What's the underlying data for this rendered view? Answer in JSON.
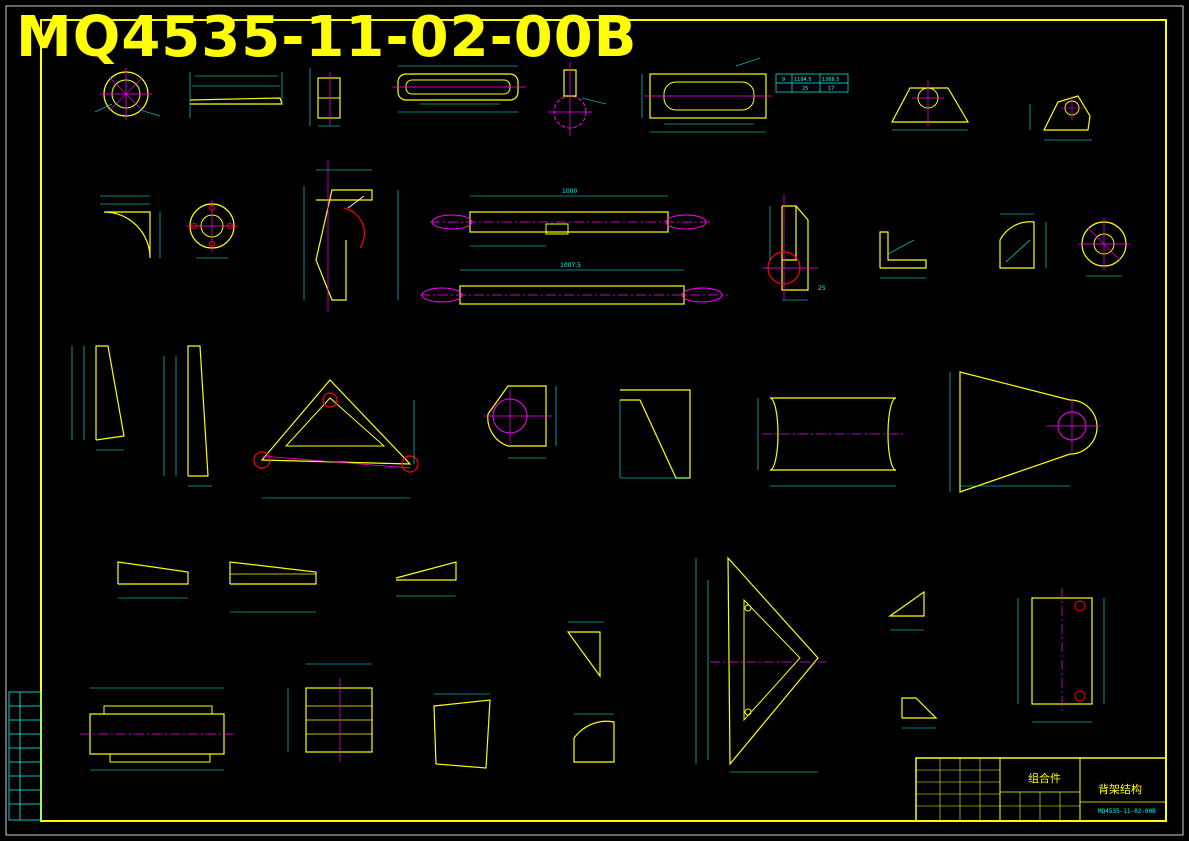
{
  "title_block": {
    "drawing_number": "MQ4535-11-02-00B",
    "assembly_label": "组合件",
    "part_name": "背架结构"
  },
  "palette": {
    "background": "#000000",
    "border": "#ffff00",
    "outline": "#ffff00",
    "dimension": "#00ffff",
    "centerline": "#ff00ff",
    "hole": "#ff0000",
    "white": "#ffffff"
  },
  "visible_dimensions": {
    "part_row_1": "1000",
    "part_row_2": "1007.5",
    "part_tail": "25",
    "table_1": "1194.5",
    "table_2": "1366.5",
    "table_3": "9",
    "table_4": "25",
    "table_5": "17"
  }
}
